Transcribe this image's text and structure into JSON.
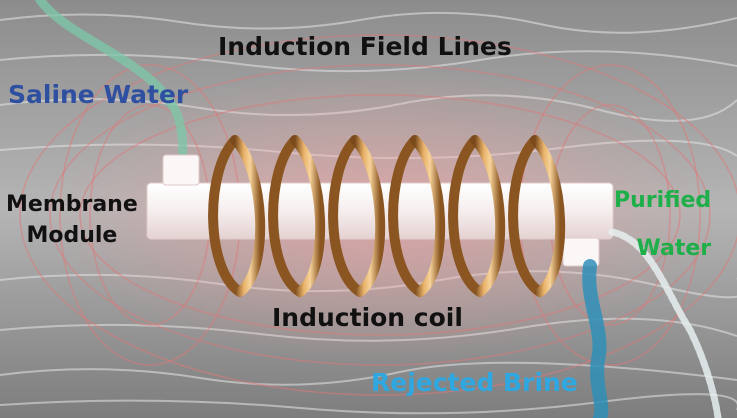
{
  "labels": {
    "title": "Induction Field Lines",
    "saline": "Saline Water",
    "membrane_line1": "Membrane",
    "membrane_line2": "Module",
    "purified_line1": "Purified",
    "purified_line2": "Water",
    "coil": "Induction coil",
    "brine": "Rejected Brine"
  },
  "colors": {
    "title": "#111111",
    "saline": "#2f4fa0",
    "purified": "#1faf4a",
    "brine": "#2fa7e0",
    "coil": "#c9893e",
    "membrane": "#f8f4f4",
    "field_lines": "#e07878"
  },
  "icons": {
    "coil": "copper-induction-coil",
    "module": "membrane-tube"
  }
}
